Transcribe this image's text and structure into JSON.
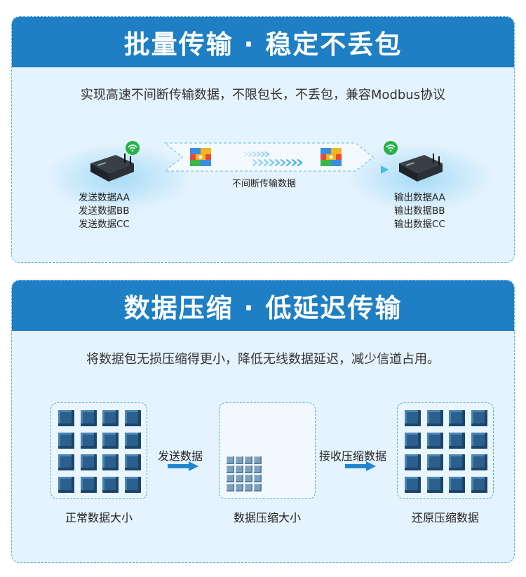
{
  "section1": {
    "title": "批量传输 · 稳定不丢包",
    "subtitle": "实现高速不间断传输数据，不限包长，不丢包，兼容Modbus协议",
    "sender_lines": [
      "发送数据AA",
      "发送数据BB",
      "发送数据CC"
    ],
    "receiver_lines": [
      "输出数据AA",
      "输出数据BB",
      "输出数据CC"
    ],
    "stream_label": "不间断传输数据"
  },
  "section2": {
    "title": "数据压缩 · 低延迟传输",
    "subtitle": "将数据包无损压缩得更小，降低无线数据延迟，减少信道占用。",
    "box_labels": [
      "正常数据大小",
      "数据压缩大小",
      "还原压缩数据"
    ],
    "step_labels": [
      "发送数据",
      "接收压缩数据"
    ]
  },
  "colors": {
    "header": "#1e7fc4",
    "card_bg": "#e4f3fd",
    "border": "#5aaee0",
    "cube": "#2b5f8d",
    "wifi": "#27b34a"
  },
  "icons": [
    "wifi-icon",
    "router-device-icon",
    "data-packet-icon",
    "chevron-stream-icon",
    "right-arrow-icon"
  ]
}
